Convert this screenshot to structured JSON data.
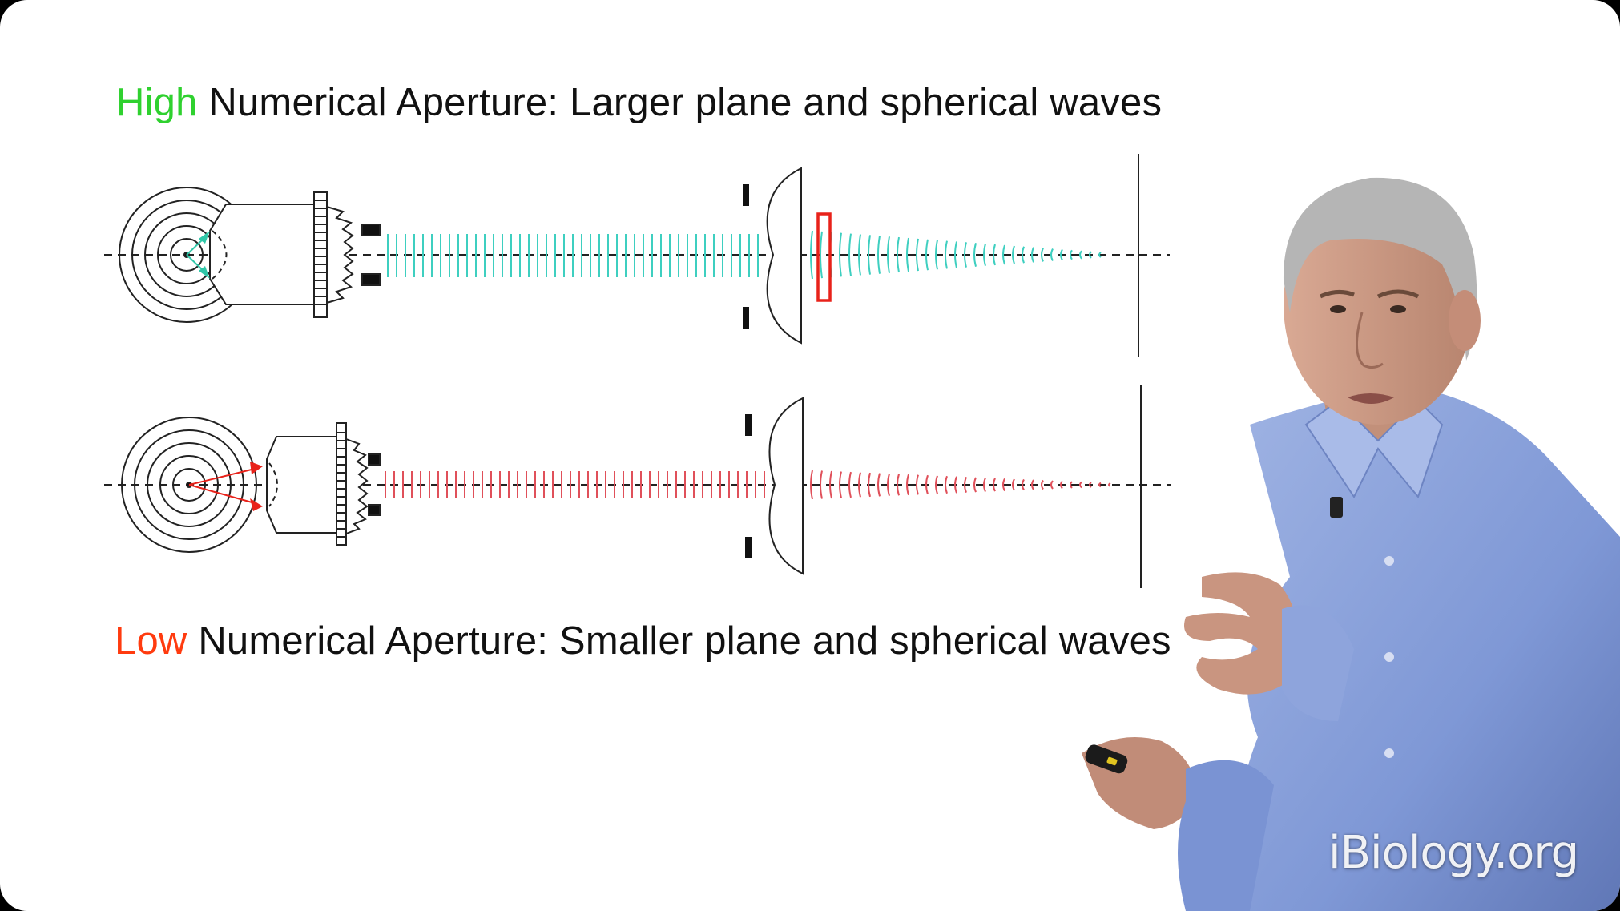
{
  "slide": {
    "top_title": {
      "highlight": "High",
      "rest": " Numerical Aperture: Larger plane and spherical waves"
    },
    "bottom_title": {
      "highlight": "Low",
      "rest": " Numerical Aperture: Smaller plane and spherical waves"
    },
    "watermark": "iBiology.org"
  },
  "colors": {
    "high_accent": "#2fd12f",
    "low_accent": "#ff3b0f",
    "high_wave": "#3ecfc0",
    "low_wave": "#e0505a",
    "box": "#e8221a",
    "shirt": "#7f98d6"
  },
  "icons": {
    "objective": "microscope-objective-icon",
    "lens": "plano-convex-lens-icon",
    "presenter": "presenter-photo"
  }
}
